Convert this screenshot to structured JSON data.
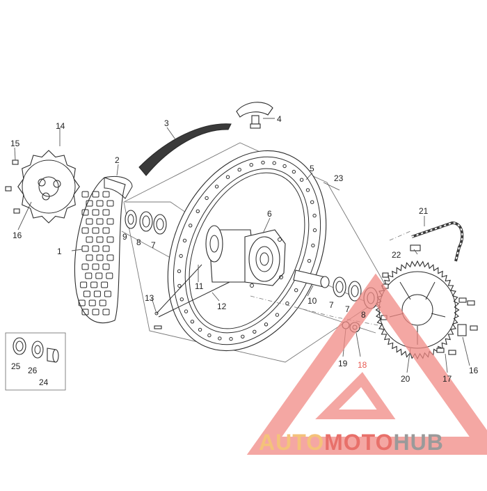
{
  "callouts": [
    {
      "id": "c1",
      "text": "1"
    },
    {
      "id": "c2",
      "text": "2"
    },
    {
      "id": "c3",
      "text": "3"
    },
    {
      "id": "c4",
      "text": "4"
    },
    {
      "id": "c5",
      "text": "5"
    },
    {
      "id": "c6",
      "text": "6"
    },
    {
      "id": "c7a",
      "text": "7"
    },
    {
      "id": "c7b",
      "text": "7"
    },
    {
      "id": "c7c",
      "text": "7"
    },
    {
      "id": "c8a",
      "text": "8"
    },
    {
      "id": "c8b",
      "text": "8"
    },
    {
      "id": "c9",
      "text": "9"
    },
    {
      "id": "c10",
      "text": "10"
    },
    {
      "id": "c11",
      "text": "11"
    },
    {
      "id": "c12",
      "text": "12"
    },
    {
      "id": "c13",
      "text": "13"
    },
    {
      "id": "c14",
      "text": "14"
    },
    {
      "id": "c15",
      "text": "15"
    },
    {
      "id": "c16a",
      "text": "16"
    },
    {
      "id": "c16b",
      "text": "16"
    },
    {
      "id": "c17",
      "text": "17"
    },
    {
      "id": "c18",
      "text": "18"
    },
    {
      "id": "c19",
      "text": "19"
    },
    {
      "id": "c20",
      "text": "20"
    },
    {
      "id": "c21",
      "text": "21"
    },
    {
      "id": "c22",
      "text": "22"
    },
    {
      "id": "c23",
      "text": "23"
    },
    {
      "id": "c24",
      "text": "24"
    },
    {
      "id": "c25",
      "text": "25"
    },
    {
      "id": "c26",
      "text": "26"
    }
  ],
  "watermark": {
    "part_auto": "AUTO",
    "part_moto": "MOTO",
    "part_hub": "HUB",
    "color_auto": "#f4c27a",
    "color_moto": "#e8706a",
    "color_hub": "#9a9a9a",
    "triangle_color": "#f08a84"
  }
}
